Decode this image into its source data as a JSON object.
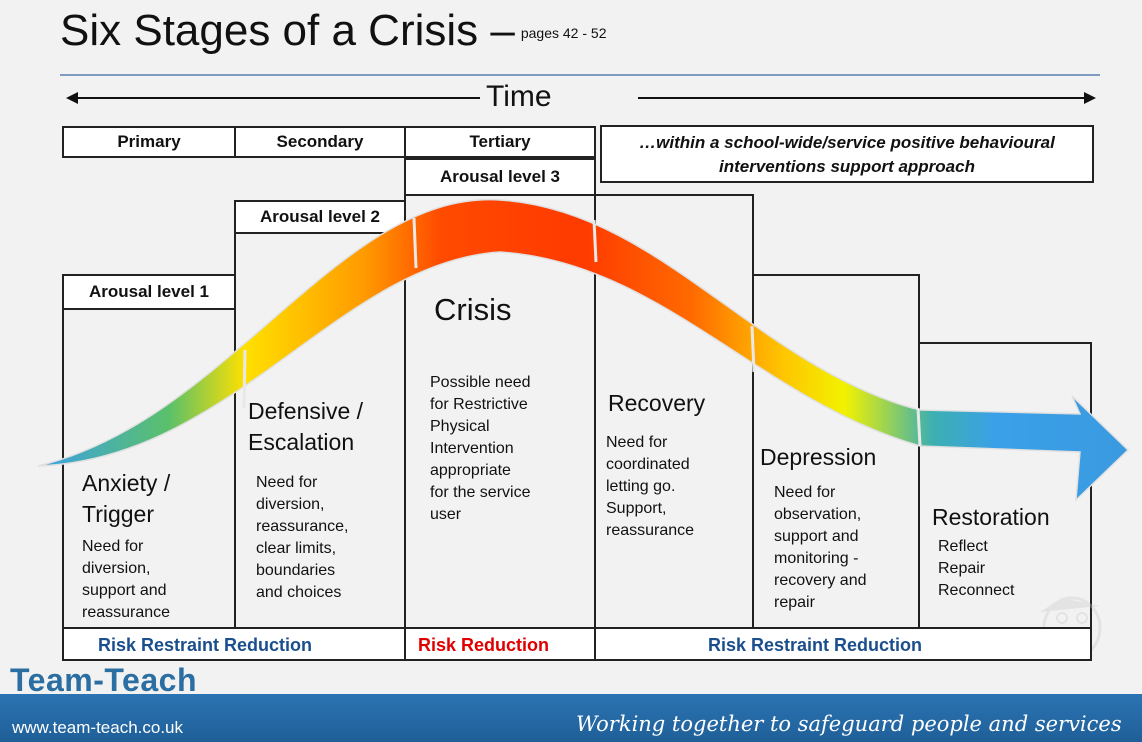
{
  "title": "Six Stages of a Crisis –",
  "title_pages": "pages 42 - 52",
  "time_label": "Time",
  "header_tabs": [
    "Primary",
    "Secondary",
    "Tertiary"
  ],
  "note": "…within a school-wide/service positive behavioural interventions support approach",
  "arousal_levels": [
    "Arousal level 1",
    "Arousal level 2",
    "Arousal level 3"
  ],
  "stages": [
    {
      "title_lines": [
        "Anxiety /",
        "Trigger"
      ],
      "desc_lines": [
        "Need for",
        "diversion,",
        "support and",
        "reassurance"
      ]
    },
    {
      "title_lines": [
        "Defensive /",
        "Escalation"
      ],
      "desc_lines": [
        "Need for",
        "diversion,",
        "reassurance,",
        "clear limits,",
        "boundaries",
        "and choices"
      ]
    },
    {
      "title": "Crisis",
      "desc_lines": [
        "Possible need",
        "for Restrictive",
        "Physical",
        "Intervention",
        "appropriate",
        "for the service",
        "user"
      ]
    },
    {
      "title": "Recovery",
      "desc_lines": [
        "Need for",
        "coordinated",
        "letting go.",
        "Support,",
        "reassurance"
      ]
    },
    {
      "title": "Depression",
      "desc_lines": [
        "Need for",
        "observation,",
        "support and",
        "monitoring -",
        "recovery and",
        "repair"
      ]
    },
    {
      "title": "Restoration",
      "desc_lines": [
        "Reflect",
        "Repair",
        "Reconnect"
      ]
    }
  ],
  "footer_labels": [
    "Risk Restraint Reduction",
    "Risk Reduction",
    "Risk Restraint Reduction"
  ],
  "brand": "Team-Teach",
  "url": "www.team-teach.co.uk",
  "tagline": "Working together to safeguard people and services",
  "colors": {
    "blue": "#1a4e8c",
    "red": "#e00000",
    "band": "#2b74b3",
    "wave_start": "#3aa0e8",
    "wave_peak": "#ff3a00"
  }
}
